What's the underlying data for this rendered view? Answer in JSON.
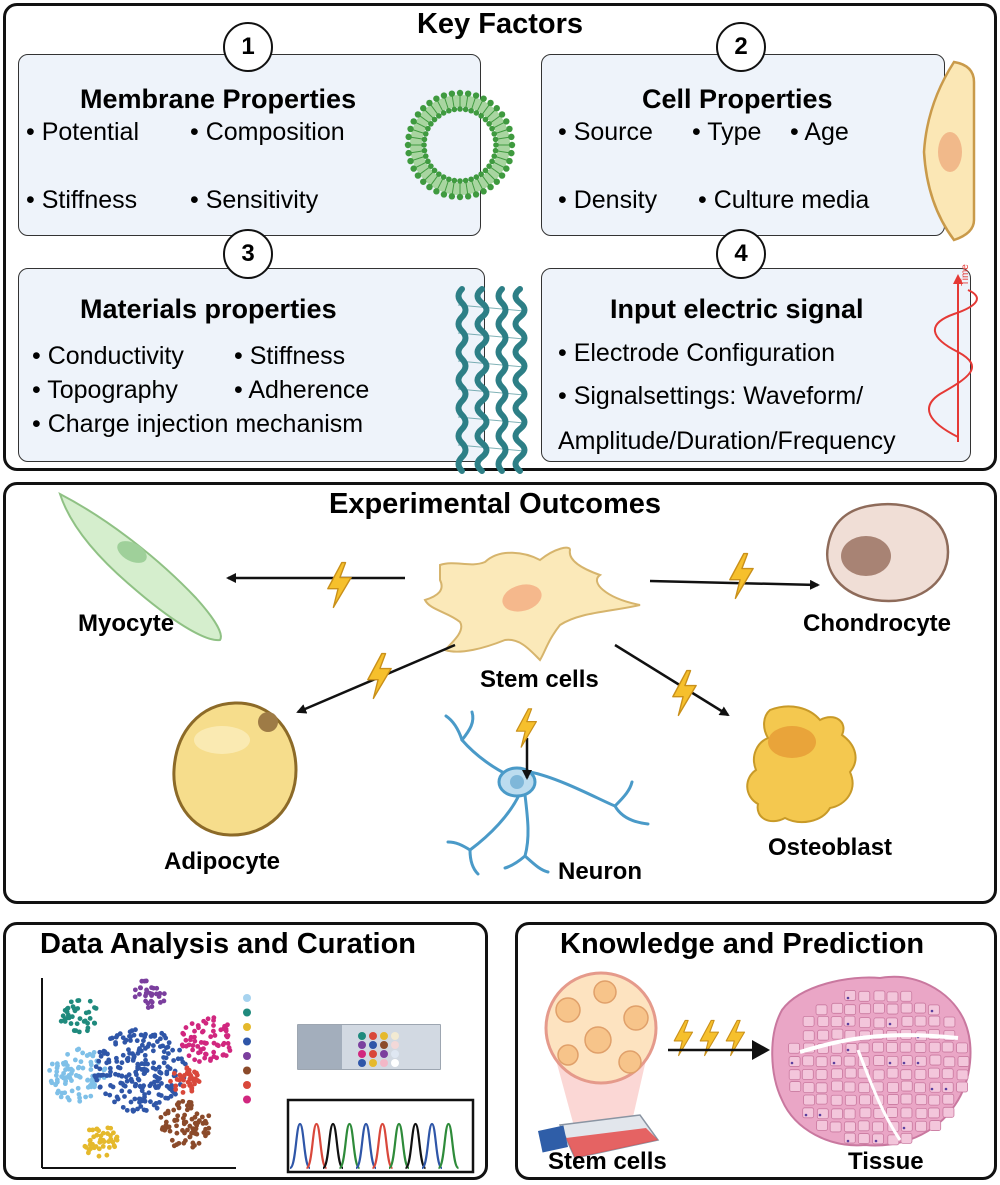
{
  "key_factors": {
    "title": "Key Factors",
    "boxes": [
      {
        "num": "1",
        "title": "Membrane Properties",
        "items": [
          "Potential",
          "Composition",
          "Stiffness",
          "Sensitivity"
        ]
      },
      {
        "num": "2",
        "title": "Cell Properties",
        "items": [
          "Source",
          "Type",
          "Age",
          "Density",
          "Culture media"
        ]
      },
      {
        "num": "3",
        "title": "Materials properties",
        "items": [
          "Conductivity",
          "Stiffness",
          "Topography",
          "Adherence",
          "Charge injection mechanism"
        ]
      },
      {
        "num": "4",
        "title": "Input electric signal",
        "items": [
          "Electrode Configuration",
          "Signalsettings: Waveform/",
          "Amplitude/Duration/Frequency"
        ],
        "signal_axis_label": "Time"
      }
    ]
  },
  "outcomes": {
    "title": "Experimental Outcomes",
    "center": "Stem cells",
    "cells": [
      "Myocyte",
      "Chondrocyte",
      "Adipocyte",
      "Neuron",
      "Osteoblast"
    ]
  },
  "analysis": {
    "title": "Data Analysis and Curation"
  },
  "prediction": {
    "title": "Knowledge and Prediction",
    "from": "Stem cells",
    "to": "Tissue"
  },
  "colors": {
    "box_fill": "#eef3fa",
    "bolt": "#f6c02c",
    "membrane": "#3f9a3f",
    "fiber": "#2d7f86",
    "signal": "#e53935"
  }
}
